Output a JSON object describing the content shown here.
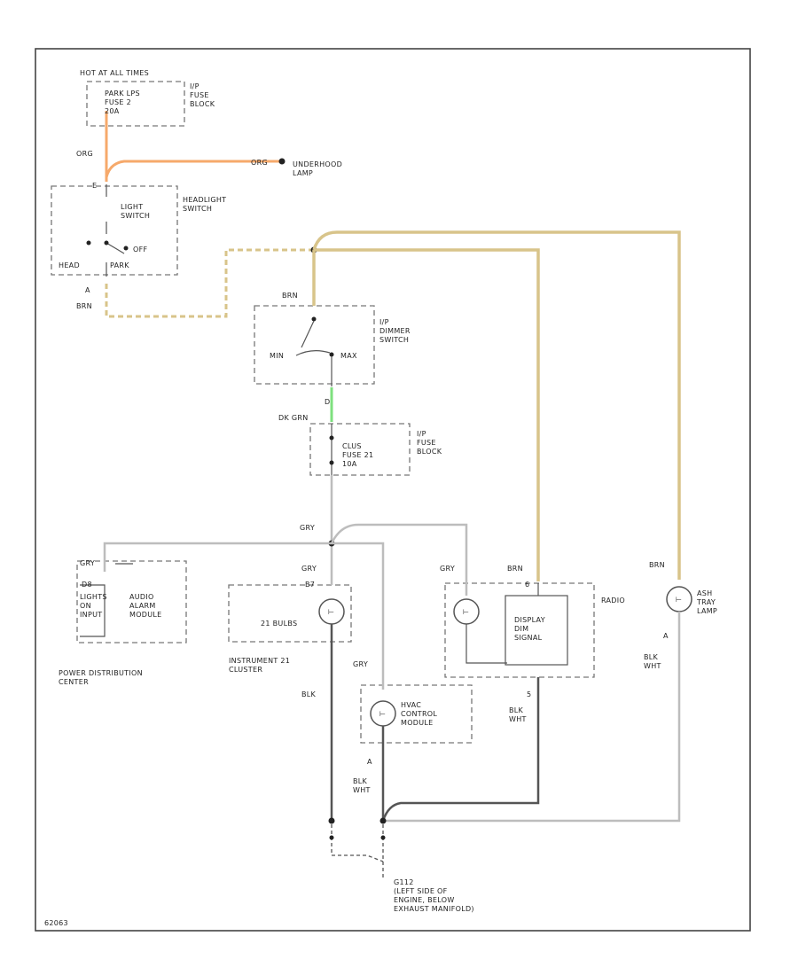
{
  "labels": {
    "hot_at_all_times": "HOT AT ALL TIMES",
    "fuse_park": "PARK LPS\nFUSE 2\n20A",
    "ip_fuse_block_1": "I/P\nFUSE\nBLOCK",
    "wire_org_left": "ORG",
    "wire_org_right": "ORG",
    "underhood_lamp": "UNDERHOOD\nLAMP",
    "pin_e": "E",
    "light_switch": "LIGHT\nSWITCH",
    "headlight_switch": "HEADLIGHT\nSWITCH",
    "off": "OFF",
    "head": "HEAD",
    "park": "PARK",
    "pin_a": "A",
    "wire_brn_left": "BRN",
    "wire_brn_dimmer": "BRN",
    "ip_dimmer_switch": "I/P\nDIMMER\nSWITCH",
    "min": "MIN",
    "max": "MAX",
    "pin_d": "D",
    "wire_dk_grn": "DK GRN",
    "fuse_cluster": "CLUS\nFUSE 21\n10A",
    "ip_fuse_block_2": "I/P\nFUSE\nBLOCK",
    "wire_gry_main": "GRY",
    "wire_gry_pdc": "GRY",
    "pin_d8": "D8",
    "lights_on_input": "LIGHTS\nON\nINPUT",
    "audio_alarm_module": "AUDIO\nALARM\nMODULE",
    "power_distribution_center": "POWER DISTRIBUTION\nCENTER",
    "wire_gry_cluster": "GRY",
    "pin_b7": "B7",
    "z_bulbs": "21 BULBS",
    "instrument_cluster": "INSTRUMENT 21\nCLUSTER",
    "wire_blk_cluster": "BLK",
    "wire_gry_hvac": "GRY",
    "hvac_control_module": "HVAC\nCONTROL\nMODULE",
    "pin_hvac_a": "A",
    "wire_blk_wht_hvac": "BLK\nWHT",
    "wire_gry_radio": "GRY",
    "wire_brn_radio": "BRN",
    "pin_6": "6",
    "radio": "RADIO",
    "display_dim_signal": "DISPLAY\nDIM\nSIGNAL",
    "pin_radio_5": "5",
    "wire_blk_wht_radio": "BLK\nWHT",
    "wire_brn_ash": "BRN",
    "ash_tray_lamp": "ASH\nTRAY\nLAMP",
    "pin_ash_a": "A",
    "wire_blk_wht_ash": "BLK\nWHT",
    "ground_g112": "G112\n(LEFT SIDE OF\nENGINE, BELOW\nEXHAUST MANIFOLD)",
    "fig_code": "62063"
  }
}
